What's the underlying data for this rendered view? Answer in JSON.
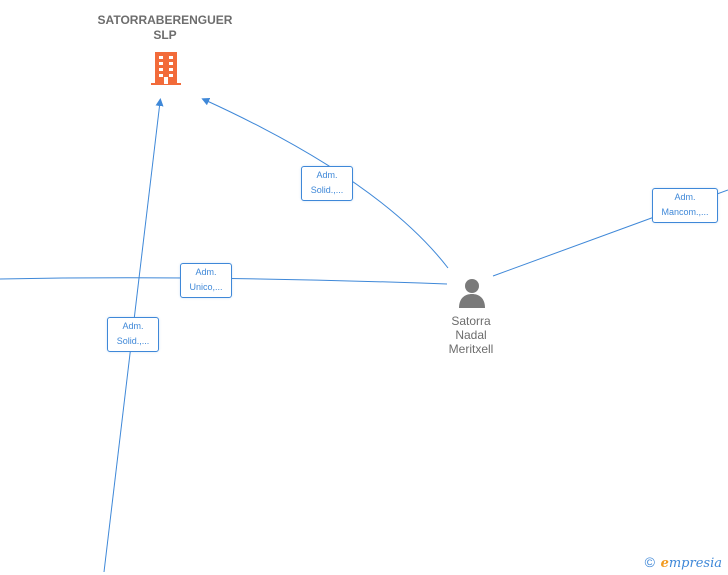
{
  "company": {
    "name_line1": "SATORRABERENGUER",
    "name_line2": "SLP",
    "icon": "building-icon",
    "icon_color": "#f26b3a"
  },
  "person": {
    "name_line1": "Satorra",
    "name_line2": "Nadal",
    "name_line3": "Meritxell",
    "icon": "person-icon",
    "icon_color": "#7a7a7a"
  },
  "edges": [
    {
      "id": "edge-solid-top",
      "label_line1": "Adm.",
      "label_line2": "Solid.,..."
    },
    {
      "id": "edge-unico",
      "label_line1": "Adm.",
      "label_line2": "Unico,..."
    },
    {
      "id": "edge-solid-left",
      "label_line1": "Adm.",
      "label_line2": "Solid.,..."
    },
    {
      "id": "edge-mancom",
      "label_line1": "Adm.",
      "label_line2": "Mancom.,..."
    }
  ],
  "colors": {
    "edge": "#3f88d8",
    "text": "#6d6d6d"
  },
  "watermark": {
    "copyright": "©",
    "brand_first": "e",
    "brand_rest": "mpresia"
  }
}
